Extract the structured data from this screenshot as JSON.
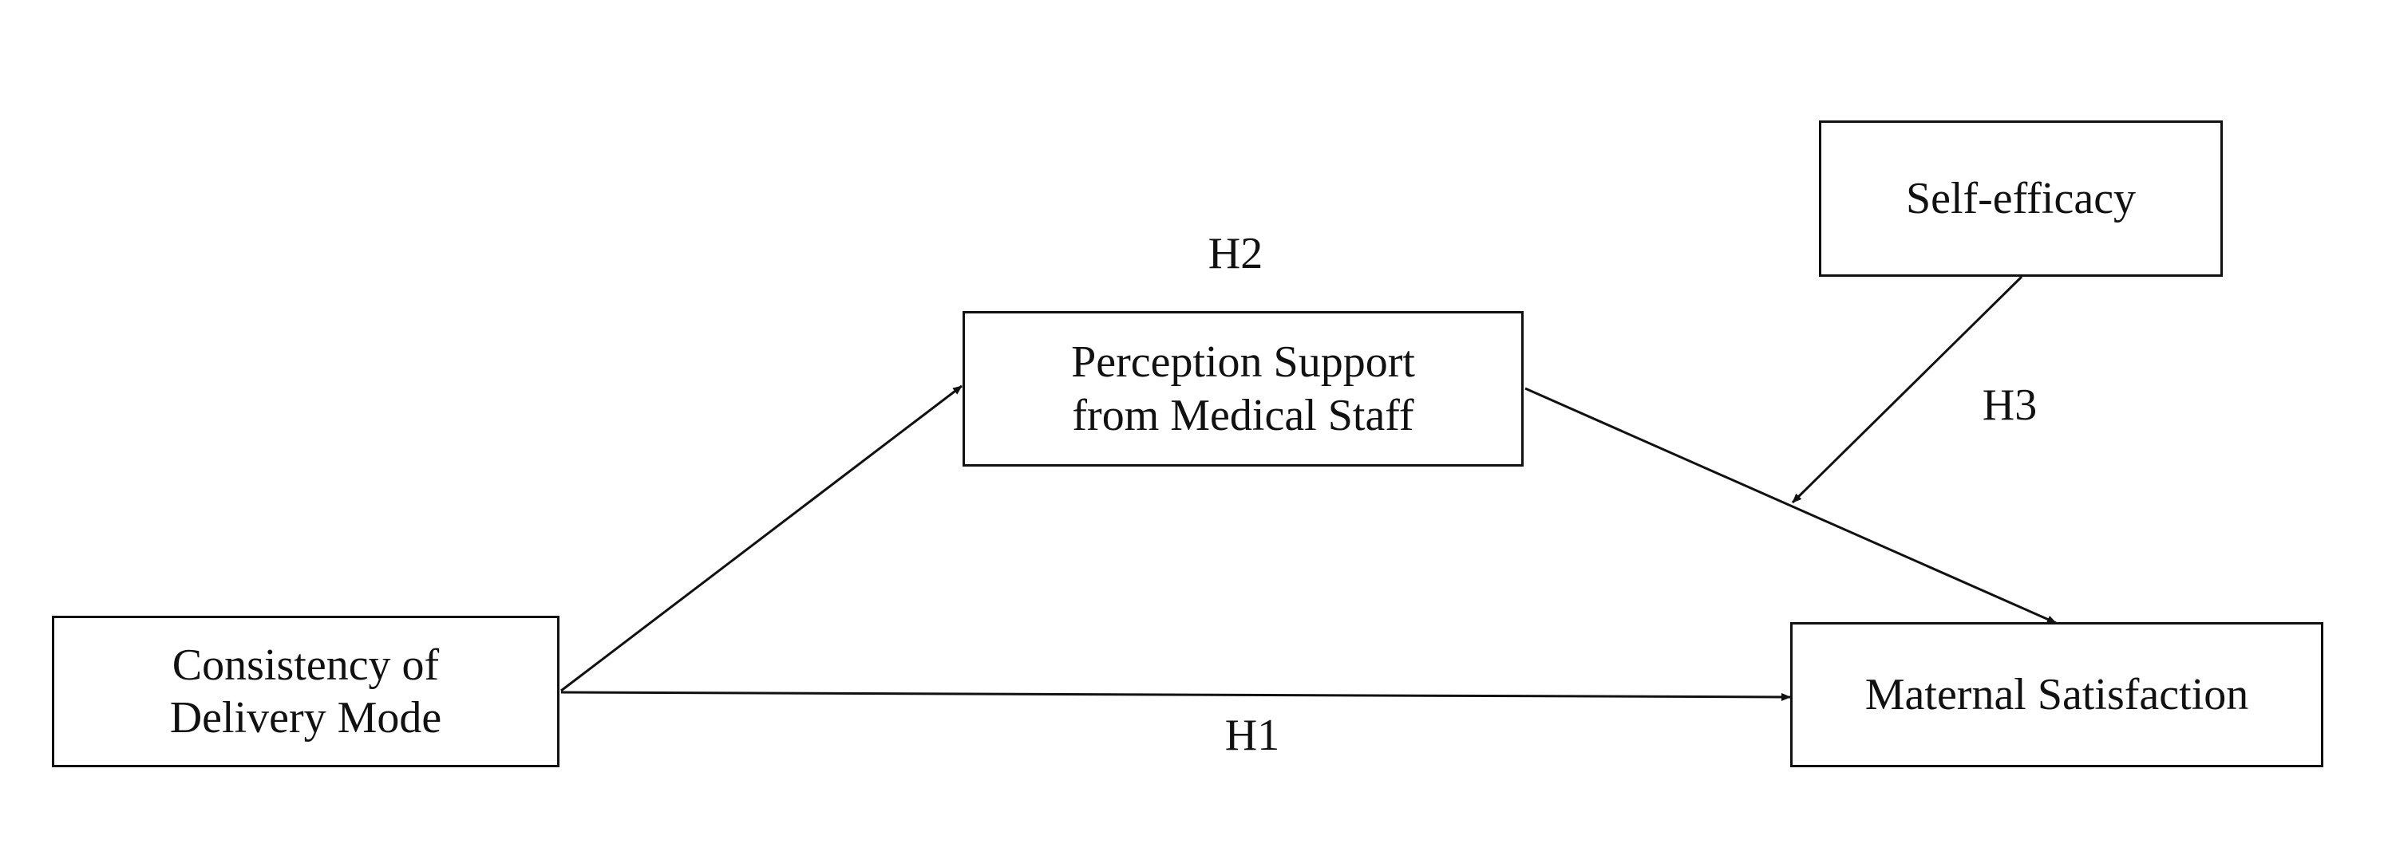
{
  "nodes": {
    "delivery_mode": {
      "lines": [
        "Consistency of",
        "Delivery Mode"
      ]
    },
    "perception_support": {
      "lines": [
        "Perception Support",
        "from Medical Staff"
      ]
    },
    "self_efficacy": {
      "lines": [
        "Self-efficacy"
      ]
    },
    "maternal_satisfaction": {
      "lines": [
        "Maternal Satisfaction"
      ]
    }
  },
  "hypotheses": {
    "h1": "H1",
    "h2": "H2",
    "h3": "H3"
  },
  "edges": [
    {
      "from": "Consistency of Delivery Mode",
      "to": "Perception Support from Medical Staff"
    },
    {
      "from": "Perception Support from Medical Staff",
      "to": "Maternal Satisfaction"
    },
    {
      "from": "Consistency of Delivery Mode",
      "to": "Maternal Satisfaction",
      "label": "H1"
    },
    {
      "from": "Self-efficacy",
      "to": "Perception Support → Maternal Satisfaction path",
      "label": "H3"
    }
  ],
  "colors": {
    "line": "#111111",
    "background": "#ffffff"
  }
}
